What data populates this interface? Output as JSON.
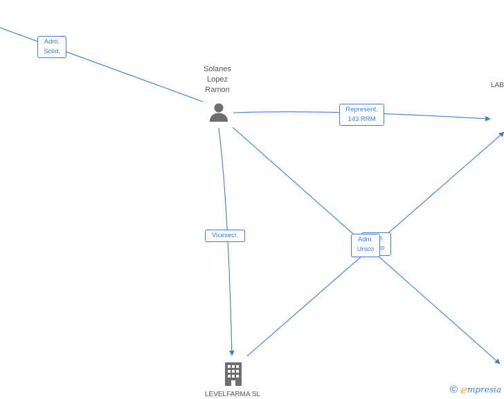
{
  "nodes": {
    "person": {
      "name_lines": [
        "Solanes",
        "Lopez",
        "Ramon"
      ],
      "icon": "person-icon",
      "color": "#6e6e6e"
    },
    "company_bottom": {
      "name": "LEVELFARMA SL",
      "icon": "building-icon",
      "color": "#6e6e6e"
    },
    "company_right_partial": {
      "name": "LAB"
    }
  },
  "edges": {
    "adm_solid": {
      "line1": "Adm.",
      "line2": "Solid."
    },
    "represent": {
      "line1": "Represent.",
      "line2": "143 RRM"
    },
    "vicesecr": {
      "line1": "Vicesecr."
    },
    "adm_unico_front": {
      "line1": "Adm.",
      "line2": "Unico"
    },
    "hidden_back": {
      "line1": "Adm.",
      "line2": "Unico"
    }
  },
  "colors": {
    "edge": "#3a7fd5",
    "node": "#6e6e6e",
    "brand_accent": "#f5a623"
  },
  "brand": {
    "copyright": "©",
    "initial": "e",
    "rest": "mpresia"
  }
}
